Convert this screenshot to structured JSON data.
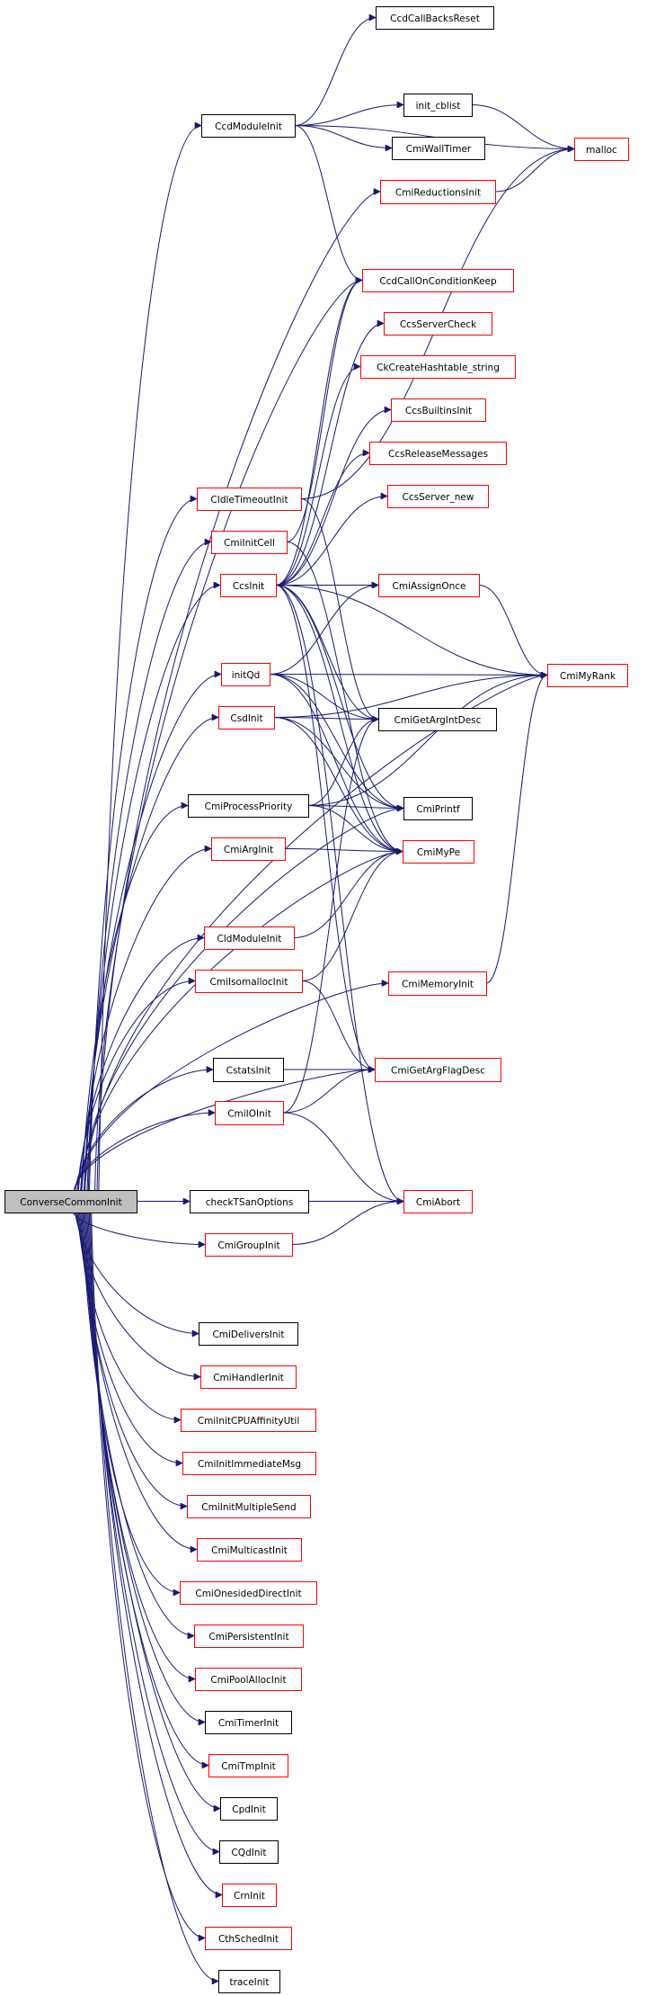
{
  "diagram": {
    "type": "call-graph",
    "root": "ConverseCommonInit",
    "colors": {
      "edge": "#191970",
      "root_fill": "#bfbfbf",
      "documented_border": "#000000",
      "undocumented_border": "#ff0000",
      "node_fill": "#ffffff"
    },
    "nodes": [
      {
        "id": "ConverseCommonInit",
        "label": "ConverseCommonInit",
        "style": "root"
      },
      {
        "id": "CcdModuleInit",
        "label": "CcdModuleInit",
        "style": "black"
      },
      {
        "id": "CcdCallBacksReset",
        "label": "CcdCallBacksReset",
        "style": "black"
      },
      {
        "id": "init_cblist",
        "label": "init_cblist",
        "style": "black"
      },
      {
        "id": "CmiWallTimer",
        "label": "CmiWallTimer",
        "style": "black"
      },
      {
        "id": "malloc",
        "label": "malloc",
        "style": "red"
      },
      {
        "id": "CmiReductionsInit",
        "label": "CmiReductionsInit",
        "style": "red"
      },
      {
        "id": "CcdCallOnConditionKeep",
        "label": "CcdCallOnConditionKeep",
        "style": "red"
      },
      {
        "id": "CcsServerCheck",
        "label": "CcsServerCheck",
        "style": "red"
      },
      {
        "id": "CkCreateHashtable_string",
        "label": "CkCreateHashtable_string",
        "style": "red"
      },
      {
        "id": "CcsBuiltinsInit",
        "label": "CcsBuiltinsInit",
        "style": "red"
      },
      {
        "id": "CcsReleaseMessages",
        "label": "CcsReleaseMessages",
        "style": "red"
      },
      {
        "id": "CcsServer_new",
        "label": "CcsServer_new",
        "style": "red"
      },
      {
        "id": "CIdleTimeoutInit",
        "label": "CIdleTimeoutInit",
        "style": "red"
      },
      {
        "id": "CmiInitCell",
        "label": "CmiInitCell",
        "style": "red"
      },
      {
        "id": "CcsInit",
        "label": "CcsInit",
        "style": "red"
      },
      {
        "id": "CmiAssignOnce",
        "label": "CmiAssignOnce",
        "style": "red"
      },
      {
        "id": "CmiMyRank",
        "label": "CmiMyRank",
        "style": "red"
      },
      {
        "id": "initQd",
        "label": "initQd",
        "style": "red"
      },
      {
        "id": "CsdInit",
        "label": "CsdInit",
        "style": "red"
      },
      {
        "id": "CmiGetArgIntDesc",
        "label": "CmiGetArgIntDesc",
        "style": "black"
      },
      {
        "id": "CmiProcessPriority",
        "label": "CmiProcessPriority",
        "style": "black"
      },
      {
        "id": "CmiPrintf",
        "label": "CmiPrintf",
        "style": "black"
      },
      {
        "id": "CmiArgInit",
        "label": "CmiArgInit",
        "style": "red"
      },
      {
        "id": "CmiMyPe",
        "label": "CmiMyPe",
        "style": "red"
      },
      {
        "id": "CldModuleInit",
        "label": "CldModuleInit",
        "style": "red"
      },
      {
        "id": "CmiIsomallocInit",
        "label": "CmiIsomallocInit",
        "style": "red"
      },
      {
        "id": "CmiMemoryInit",
        "label": "CmiMemoryInit",
        "style": "red"
      },
      {
        "id": "CstatsInit",
        "label": "CstatsInit",
        "style": "black"
      },
      {
        "id": "CmiGetArgFlagDesc",
        "label": "CmiGetArgFlagDesc",
        "style": "red"
      },
      {
        "id": "CmiIOInit",
        "label": "CmiIOInit",
        "style": "red"
      },
      {
        "id": "checkTSanOptions",
        "label": "checkTSanOptions",
        "style": "black"
      },
      {
        "id": "CmiAbort",
        "label": "CmiAbort",
        "style": "red"
      },
      {
        "id": "CmiGroupInit",
        "label": "CmiGroupInit",
        "style": "red"
      },
      {
        "id": "CmiDeliversInit",
        "label": "CmiDeliversInit",
        "style": "black"
      },
      {
        "id": "CmiHandlerInit",
        "label": "CmiHandlerInit",
        "style": "red"
      },
      {
        "id": "CmiInitCPUAffinityUtil",
        "label": "CmiInitCPUAffinityUtil",
        "style": "red"
      },
      {
        "id": "CmiInitImmediateMsg",
        "label": "CmiInitImmediateMsg",
        "style": "red"
      },
      {
        "id": "CmiInitMultipleSend",
        "label": "CmiInitMultipleSend",
        "style": "red"
      },
      {
        "id": "CmiMulticastInit",
        "label": "CmiMulticastInit",
        "style": "red"
      },
      {
        "id": "CmiOnesidedDirectInit",
        "label": "CmiOnesidedDirectInit",
        "style": "red"
      },
      {
        "id": "CmiPersistentInit",
        "label": "CmiPersistentInit",
        "style": "red"
      },
      {
        "id": "CmiPoolAllocInit",
        "label": "CmiPoolAllocInit",
        "style": "red"
      },
      {
        "id": "CmiTimerInit",
        "label": "CmiTimerInit",
        "style": "black"
      },
      {
        "id": "CmiTmpInit",
        "label": "CmiTmpInit",
        "style": "red"
      },
      {
        "id": "CpdInit",
        "label": "CpdInit",
        "style": "black"
      },
      {
        "id": "CQdInit",
        "label": "CQdInit",
        "style": "black"
      },
      {
        "id": "CrnInit",
        "label": "CrnInit",
        "style": "red"
      },
      {
        "id": "CthSchedInit",
        "label": "CthSchedInit",
        "style": "red"
      },
      {
        "id": "traceInit",
        "label": "traceInit",
        "style": "black"
      }
    ],
    "edges": [
      [
        "ConverseCommonInit",
        "CcdModuleInit"
      ],
      [
        "ConverseCommonInit",
        "CmiReductionsInit"
      ],
      [
        "ConverseCommonInit",
        "CcdCallOnConditionKeep"
      ],
      [
        "ConverseCommonInit",
        "CIdleTimeoutInit"
      ],
      [
        "ConverseCommonInit",
        "CmiInitCell"
      ],
      [
        "ConverseCommonInit",
        "CcsInit"
      ],
      [
        "ConverseCommonInit",
        "CmiMyRank"
      ],
      [
        "ConverseCommonInit",
        "initQd"
      ],
      [
        "ConverseCommonInit",
        "CsdInit"
      ],
      [
        "ConverseCommonInit",
        "CmiPrintf"
      ],
      [
        "ConverseCommonInit",
        "CmiProcessPriority"
      ],
      [
        "ConverseCommonInit",
        "CmiArgInit"
      ],
      [
        "ConverseCommonInit",
        "CmiMyPe"
      ],
      [
        "ConverseCommonInit",
        "CldModuleInit"
      ],
      [
        "ConverseCommonInit",
        "CmiIsomallocInit"
      ],
      [
        "ConverseCommonInit",
        "CmiMemoryInit"
      ],
      [
        "ConverseCommonInit",
        "CstatsInit"
      ],
      [
        "ConverseCommonInit",
        "CmiIOInit"
      ],
      [
        "ConverseCommonInit",
        "CmiGetArgFlagDesc"
      ],
      [
        "ConverseCommonInit",
        "checkTSanOptions"
      ],
      [
        "ConverseCommonInit",
        "CmiGroupInit"
      ],
      [
        "ConverseCommonInit",
        "CmiAbort"
      ],
      [
        "ConverseCommonInit",
        "CmiDeliversInit"
      ],
      [
        "ConverseCommonInit",
        "CmiHandlerInit"
      ],
      [
        "ConverseCommonInit",
        "CmiInitCPUAffinityUtil"
      ],
      [
        "ConverseCommonInit",
        "CmiInitImmediateMsg"
      ],
      [
        "ConverseCommonInit",
        "CmiInitMultipleSend"
      ],
      [
        "ConverseCommonInit",
        "CmiMulticastInit"
      ],
      [
        "ConverseCommonInit",
        "CmiOnesidedDirectInit"
      ],
      [
        "ConverseCommonInit",
        "CmiPersistentInit"
      ],
      [
        "ConverseCommonInit",
        "CmiPoolAllocInit"
      ],
      [
        "ConverseCommonInit",
        "CmiTimerInit"
      ],
      [
        "ConverseCommonInit",
        "CmiTmpInit"
      ],
      [
        "ConverseCommonInit",
        "CpdInit"
      ],
      [
        "ConverseCommonInit",
        "CQdInit"
      ],
      [
        "ConverseCommonInit",
        "CrnInit"
      ],
      [
        "ConverseCommonInit",
        "CthSchedInit"
      ],
      [
        "ConverseCommonInit",
        "traceInit"
      ],
      [
        "CcdModuleInit",
        "CcdCallBacksReset"
      ],
      [
        "CcdModuleInit",
        "malloc"
      ],
      [
        "CcdModuleInit",
        "init_cblist"
      ],
      [
        "CcdModuleInit",
        "CmiWallTimer"
      ],
      [
        "CcdModuleInit",
        "CcdCallOnConditionKeep"
      ],
      [
        "init_cblist",
        "malloc"
      ],
      [
        "CmiReductionsInit",
        "malloc"
      ],
      [
        "CIdleTimeoutInit",
        "malloc"
      ],
      [
        "CIdleTimeoutInit",
        "CmiGetArgIntDesc"
      ],
      [
        "CmiInitCell",
        "CcdCallOnConditionKeep"
      ],
      [
        "CmiInitCell",
        "CmiMyPe"
      ],
      [
        "CcsInit",
        "CcdCallOnConditionKeep"
      ],
      [
        "CcsInit",
        "CcsServerCheck"
      ],
      [
        "CcsInit",
        "CkCreateHashtable_string"
      ],
      [
        "CcsInit",
        "CcsBuiltinsInit"
      ],
      [
        "CcsInit",
        "CcsReleaseMessages"
      ],
      [
        "CcsInit",
        "CcsServer_new"
      ],
      [
        "CcsInit",
        "CmiAssignOnce"
      ],
      [
        "CcsInit",
        "CmiMyRank"
      ],
      [
        "CcsInit",
        "CmiGetArgIntDesc"
      ],
      [
        "CcsInit",
        "CmiPrintf"
      ],
      [
        "CcsInit",
        "CmiMyPe"
      ],
      [
        "CcsInit",
        "CmiGetArgFlagDesc"
      ],
      [
        "CcsInit",
        "CmiAbort"
      ],
      [
        "CmiAssignOnce",
        "CmiMyRank"
      ],
      [
        "initQd",
        "CmiAssignOnce"
      ],
      [
        "initQd",
        "CmiMyRank"
      ],
      [
        "initQd",
        "CmiGetArgIntDesc"
      ],
      [
        "initQd",
        "CmiPrintf"
      ],
      [
        "initQd",
        "CmiMyPe"
      ],
      [
        "CsdInit",
        "CmiGetArgIntDesc"
      ],
      [
        "CsdInit",
        "CmiMyRank"
      ],
      [
        "CsdInit",
        "CmiPrintf"
      ],
      [
        "CsdInit",
        "CmiMyPe"
      ],
      [
        "CmiProcessPriority",
        "CmiGetArgIntDesc"
      ],
      [
        "CmiProcessPriority",
        "CmiPrintf"
      ],
      [
        "CmiProcessPriority",
        "CmiMyPe"
      ],
      [
        "CmiProcessPriority",
        "CmiMyRank"
      ],
      [
        "CmiArgInit",
        "CmiMyPe"
      ],
      [
        "CldModuleInit",
        "CmiMyPe"
      ],
      [
        "CmiIsomallocInit",
        "CmiMyPe"
      ],
      [
        "CmiIsomallocInit",
        "CmiGetArgFlagDesc"
      ],
      [
        "CmiMemoryInit",
        "CmiMyRank"
      ],
      [
        "CstatsInit",
        "CmiGetArgFlagDesc"
      ],
      [
        "CmiIOInit",
        "CmiGetArgIntDesc"
      ],
      [
        "CmiIOInit",
        "CmiGetArgFlagDesc"
      ],
      [
        "CmiIOInit",
        "CmiAbort"
      ],
      [
        "checkTSanOptions",
        "CmiAbort"
      ],
      [
        "CmiGroupInit",
        "CmiAbort"
      ]
    ]
  }
}
